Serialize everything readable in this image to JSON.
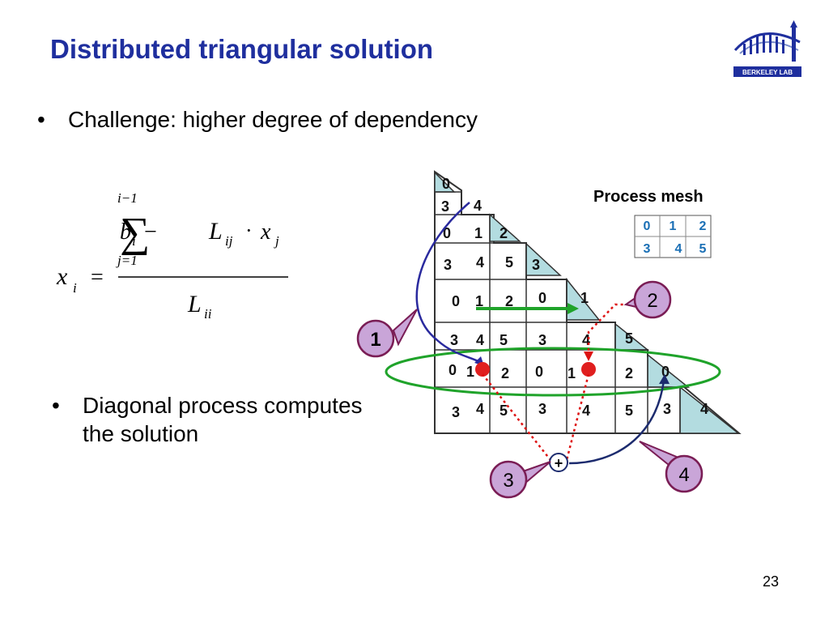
{
  "slide": {
    "title": "Distributed triangular solution",
    "bullets": [
      "Challenge: higher degree of dependency",
      "Diagonal process computes the solution"
    ],
    "bullet_char": "•",
    "page_number": "23"
  },
  "logo": {
    "text": "BERKELEY LAB"
  },
  "formula": {
    "lhs_x": "x",
    "lhs_sub": "i",
    "equals": "=",
    "b": "b",
    "b_sub": "i",
    "minus": "−",
    "sum_upper": "i−1",
    "sum_symbol": "∑",
    "sum_lower": "j=1",
    "L": "L",
    "L_sub": "ij",
    "dot": "·",
    "x": "x",
    "x_sub": "j",
    "den_L": "L",
    "den_sub": "ii"
  },
  "process_mesh": {
    "title": "Process mesh",
    "rows": [
      [
        "0",
        "1",
        "2"
      ],
      [
        "3",
        "4",
        "5"
      ]
    ]
  },
  "matrix_labels": {
    "r1": [
      "0",
      "3",
      "4"
    ],
    "r2": [
      "0",
      "1",
      "2"
    ],
    "r3": [
      "3",
      "4",
      "5",
      "3"
    ],
    "r4": [
      "0",
      "1",
      "2",
      "0",
      "1"
    ],
    "r5": [
      "3",
      "4",
      "5",
      "3",
      "4",
      "5"
    ],
    "r6": [
      "0",
      "1",
      "2",
      "0",
      "1",
      "2",
      "0"
    ],
    "r7": [
      "3",
      "4",
      "5",
      "3",
      "4",
      "5",
      "3",
      "4"
    ]
  },
  "callouts": [
    "1",
    "2",
    "3",
    "4"
  ],
  "plus": "+"
}
